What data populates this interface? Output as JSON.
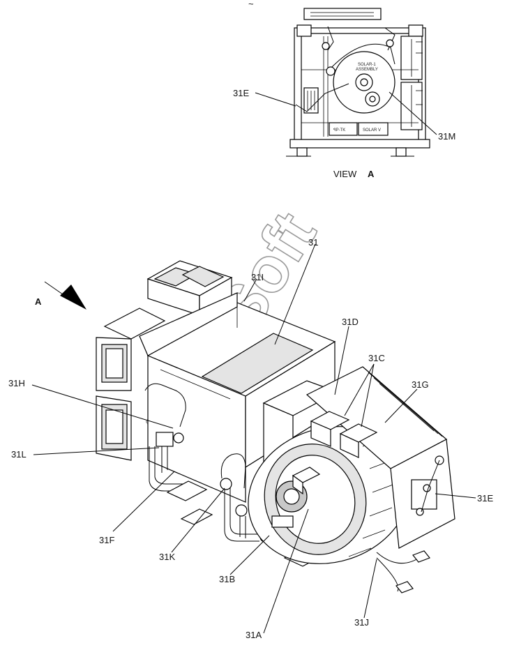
{
  "top_mark": "~",
  "view_caption": {
    "prefix": "VIEW",
    "letter": "A"
  },
  "view_callouts": {
    "e": "31E",
    "m": "31M"
  },
  "plate_texts": {
    "p1": "SOLAR-1",
    "p2": "ASSEMBLY",
    "fp": "ꟼP-TK",
    "sv": "SOLAR V"
  },
  "arrow_label": "A",
  "watermark": "AutoSoft",
  "callouts": {
    "i": "31",
    "ii": "31I",
    "d": "31D",
    "c": "31C",
    "g": "31G",
    "h": "31H",
    "l": "31L",
    "e": "31E",
    "f": "31F",
    "k": "31K",
    "b": "31B",
    "j": "31J",
    "a": "31A"
  }
}
